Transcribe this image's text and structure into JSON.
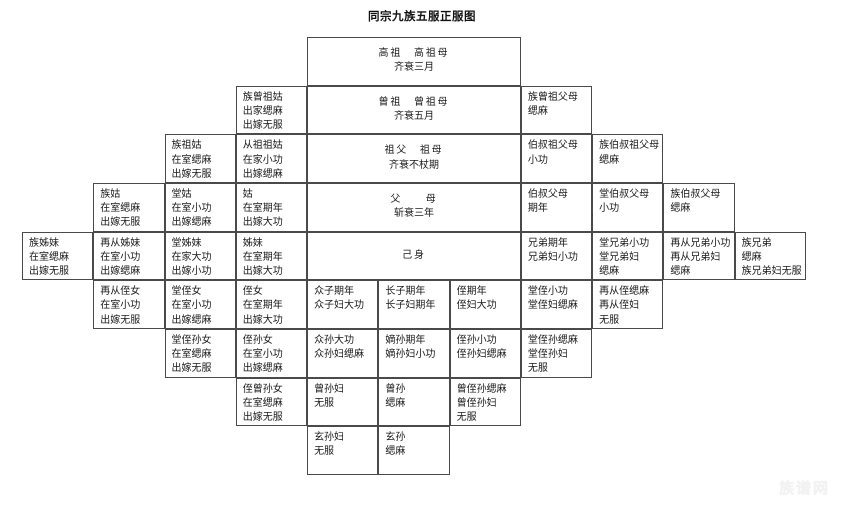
{
  "title": "同宗九族五服正服图",
  "watermark": "族谱网",
  "grid": {
    "columns": 11,
    "rows": 9
  },
  "cells": [
    {
      "name": "gaozu",
      "row": 1,
      "col": 5,
      "span": 3,
      "align": "center",
      "lines": [
        "高祖　高祖母",
        "齐衰三月"
      ]
    },
    {
      "name": "zu-zeng-zu-gu",
      "row": 2,
      "col": 4,
      "span": 1,
      "align": "left",
      "lines": [
        "族曾祖姑",
        "出家缌麻",
        "出嫁无服"
      ]
    },
    {
      "name": "zengzu",
      "row": 2,
      "col": 5,
      "span": 3,
      "align": "center",
      "lines": [
        "曾祖　曾祖母",
        "齐衰五月"
      ]
    },
    {
      "name": "zu-zeng-zu-fumu",
      "row": 2,
      "col": 8,
      "span": 1,
      "align": "left",
      "lines": [
        "族曾祖父母",
        "缌麻"
      ]
    },
    {
      "name": "zu-zu-gu",
      "row": 3,
      "col": 3,
      "span": 1,
      "align": "left",
      "lines": [
        "族祖姑",
        "在室缌麻",
        "出嫁无服"
      ]
    },
    {
      "name": "cong-zu-zu-gu",
      "row": 3,
      "col": 4,
      "span": 1,
      "align": "left",
      "lines": [
        "从祖祖姑",
        "在家小功",
        "出嫁缌麻"
      ]
    },
    {
      "name": "zufu-zumu",
      "row": 3,
      "col": 5,
      "span": 3,
      "align": "center",
      "lines": [
        "祖父　祖母",
        "齐衰不杖期"
      ]
    },
    {
      "name": "boshu-zu-fumu",
      "row": 3,
      "col": 8,
      "span": 1,
      "align": "left",
      "lines": [
        "伯叔祖父母",
        "小功"
      ]
    },
    {
      "name": "zu-boshu-zu-fumu",
      "row": 3,
      "col": 9,
      "span": 1,
      "align": "left",
      "lines": [
        "族伯叔祖父母",
        "缌麻"
      ]
    },
    {
      "name": "zu-gu",
      "row": 4,
      "col": 2,
      "span": 1,
      "align": "left",
      "lines": [
        "族姑",
        "在室缌麻",
        "出嫁无服"
      ]
    },
    {
      "name": "tang-gu",
      "row": 4,
      "col": 3,
      "span": 1,
      "align": "left",
      "lines": [
        "堂姑",
        "在室小功",
        "出嫁缌麻"
      ]
    },
    {
      "name": "gu",
      "row": 4,
      "col": 4,
      "span": 1,
      "align": "left",
      "lines": [
        "姑",
        "在室期年",
        "出嫁大功"
      ]
    },
    {
      "name": "fu-mu",
      "row": 4,
      "col": 5,
      "span": 3,
      "align": "center",
      "lines": [
        "父　　母",
        "斩衰三年"
      ]
    },
    {
      "name": "boshu-fumu",
      "row": 4,
      "col": 8,
      "span": 1,
      "align": "left",
      "lines": [
        "伯叔父母",
        "期年"
      ]
    },
    {
      "name": "tang-boshu-fumu",
      "row": 4,
      "col": 9,
      "span": 1,
      "align": "left",
      "lines": [
        "堂伯叔父母",
        "小功"
      ]
    },
    {
      "name": "zu-boshu-fumu",
      "row": 4,
      "col": 10,
      "span": 1,
      "align": "left",
      "lines": [
        "族伯叔父母",
        "缌麻"
      ]
    },
    {
      "name": "zu-zimei",
      "row": 5,
      "col": 1,
      "span": 1,
      "align": "left",
      "lines": [
        "族姊妹",
        "在室缌麻",
        "出嫁无服"
      ]
    },
    {
      "name": "zaicong-zimei",
      "row": 5,
      "col": 2,
      "span": 1,
      "align": "left",
      "lines": [
        "再从姊妹",
        "在室小功",
        "出嫁缌麻"
      ]
    },
    {
      "name": "tang-zimei",
      "row": 5,
      "col": 3,
      "span": 1,
      "align": "left",
      "lines": [
        "堂姊妹",
        "在家大功",
        "出嫁小功"
      ]
    },
    {
      "name": "zimei",
      "row": 5,
      "col": 4,
      "span": 1,
      "align": "left",
      "lines": [
        "姊妹",
        "在室期年",
        "出嫁大功"
      ]
    },
    {
      "name": "jishen",
      "row": 5,
      "col": 5,
      "span": 3,
      "align": "center",
      "lines": [
        "己身"
      ]
    },
    {
      "name": "xiongdi",
      "row": 5,
      "col": 8,
      "span": 1,
      "align": "left",
      "lines": [
        "兄弟期年",
        "兄弟妇小功"
      ]
    },
    {
      "name": "tang-xiongdi",
      "row": 5,
      "col": 9,
      "span": 1,
      "align": "left",
      "lines": [
        "堂兄弟小功",
        "堂兄弟妇",
        "缌麻"
      ]
    },
    {
      "name": "zaicong-xiongdi",
      "row": 5,
      "col": 10,
      "span": 1,
      "align": "left",
      "lines": [
        "再从兄弟小功",
        "再从兄弟妇",
        "缌麻"
      ]
    },
    {
      "name": "zu-xiongdi",
      "row": 5,
      "col": 11,
      "span": 1,
      "align": "left",
      "lines": [
        "族兄弟",
        "缌麻",
        "族兄弟妇无服"
      ]
    },
    {
      "name": "zaicong-zhinv",
      "row": 6,
      "col": 2,
      "span": 1,
      "align": "left",
      "lines": [
        "再从侄女",
        "在室小功",
        "出嫁无服"
      ]
    },
    {
      "name": "tang-zhinv",
      "row": 6,
      "col": 3,
      "span": 1,
      "align": "left",
      "lines": [
        "堂侄女",
        "在室小功",
        "出嫁缌麻"
      ]
    },
    {
      "name": "zhinv",
      "row": 6,
      "col": 4,
      "span": 1,
      "align": "left",
      "lines": [
        "侄女",
        "在室期年",
        "出嫁大功"
      ]
    },
    {
      "name": "zhongzi",
      "row": 6,
      "col": 5,
      "span": 1,
      "align": "left",
      "lines": [
        "众子期年",
        "众子妇大功"
      ]
    },
    {
      "name": "zhangzi",
      "row": 6,
      "col": 6,
      "span": 1,
      "align": "left",
      "lines": [
        "长子期年",
        "长子妇期年"
      ]
    },
    {
      "name": "zhi",
      "row": 6,
      "col": 7,
      "span": 1,
      "align": "left",
      "lines": [
        "侄期年",
        "侄妇大功"
      ]
    },
    {
      "name": "tang-zhi",
      "row": 6,
      "col": 8,
      "span": 1,
      "align": "left",
      "lines": [
        "堂侄小功",
        "堂侄妇缌麻"
      ]
    },
    {
      "name": "zaicong-zhi",
      "row": 6,
      "col": 9,
      "span": 1,
      "align": "left",
      "lines": [
        "再从侄缌麻",
        "再从侄妇",
        "无服"
      ]
    },
    {
      "name": "tang-zhisunnv",
      "row": 7,
      "col": 3,
      "span": 1,
      "align": "left",
      "lines": [
        "堂侄孙女",
        "在室缌麻",
        "出嫁无服"
      ]
    },
    {
      "name": "zhisunnv",
      "row": 7,
      "col": 4,
      "span": 1,
      "align": "left",
      "lines": [
        "侄孙女",
        "在室小功",
        "出嫁缌麻"
      ]
    },
    {
      "name": "zhongsun",
      "row": 7,
      "col": 5,
      "span": 1,
      "align": "left",
      "lines": [
        "众孙大功",
        "众孙妇缌麻"
      ]
    },
    {
      "name": "disun",
      "row": 7,
      "col": 6,
      "span": 1,
      "align": "left",
      "lines": [
        "嫡孙期年",
        "嫡孙妇小功"
      ]
    },
    {
      "name": "zhisun",
      "row": 7,
      "col": 7,
      "span": 1,
      "align": "left",
      "lines": [
        "侄孙小功",
        "侄孙妇缌麻"
      ]
    },
    {
      "name": "tang-zhisun",
      "row": 7,
      "col": 8,
      "span": 1,
      "align": "left",
      "lines": [
        "堂侄孙缌麻",
        "堂侄孙妇",
        "无服"
      ]
    },
    {
      "name": "zhi-zengsunnv",
      "row": 8,
      "col": 4,
      "span": 1,
      "align": "left",
      "lines": [
        "侄曾孙女",
        "在室缌麻",
        "出嫁无服"
      ]
    },
    {
      "name": "zengsunfu",
      "row": 8,
      "col": 5,
      "span": 1,
      "align": "left",
      "lines": [
        "曾孙妇",
        "无服"
      ]
    },
    {
      "name": "zengsun",
      "row": 8,
      "col": 6,
      "span": 1,
      "align": "left",
      "lines": [
        "曾孙",
        "缌麻"
      ]
    },
    {
      "name": "zeng-zhisun",
      "row": 8,
      "col": 7,
      "span": 1,
      "align": "left",
      "lines": [
        "曾侄孙缌麻",
        "曾侄孙妇",
        "无服"
      ]
    },
    {
      "name": "xuansunfu",
      "row": 9,
      "col": 5,
      "span": 1,
      "align": "left",
      "lines": [
        "玄孙妇",
        "无服"
      ]
    },
    {
      "name": "xuansun",
      "row": 9,
      "col": 6,
      "span": 1,
      "align": "left",
      "lines": [
        "玄孙",
        "缌麻"
      ]
    }
  ]
}
